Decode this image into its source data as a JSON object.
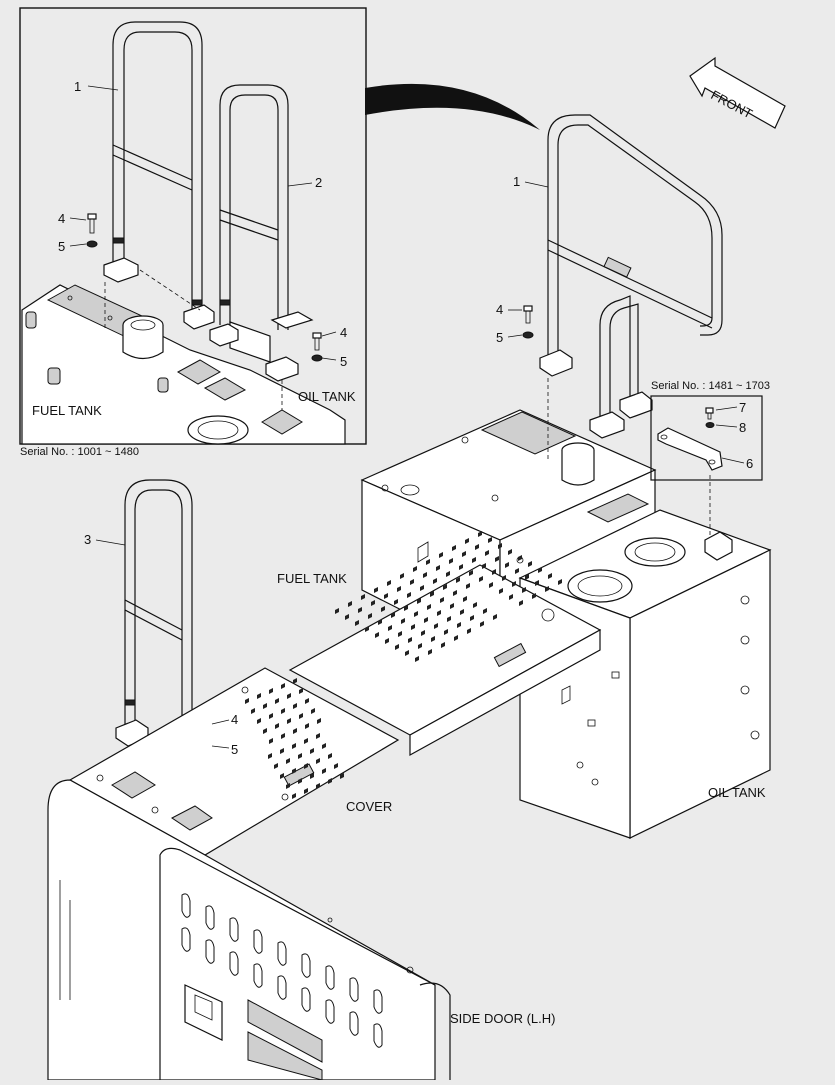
{
  "inset": {
    "serial_label": "Serial No. : 1001 ~ 1480",
    "fuel_tank": "FUEL TANK",
    "oil_tank": "OIL TANK"
  },
  "detail": {
    "serial_label": "Serial No. : 1481 ~ 1703"
  },
  "front_arrow": "FRONT",
  "labels": {
    "fuel_tank": "FUEL TANK",
    "oil_tank": "OIL TANK",
    "cover": "COVER",
    "side_door": "SIDE DOOR (L.H)"
  },
  "callouts": {
    "inset_1": "1",
    "inset_2": "2",
    "inset_4a": "4",
    "inset_5a": "5",
    "inset_4b": "4",
    "inset_5b": "5",
    "main_1": "1",
    "main_4": "4",
    "main_5": "5",
    "main_6": "6",
    "main_7": "7",
    "main_8": "8",
    "main_3": "3",
    "low_4": "4",
    "low_5": "5"
  }
}
